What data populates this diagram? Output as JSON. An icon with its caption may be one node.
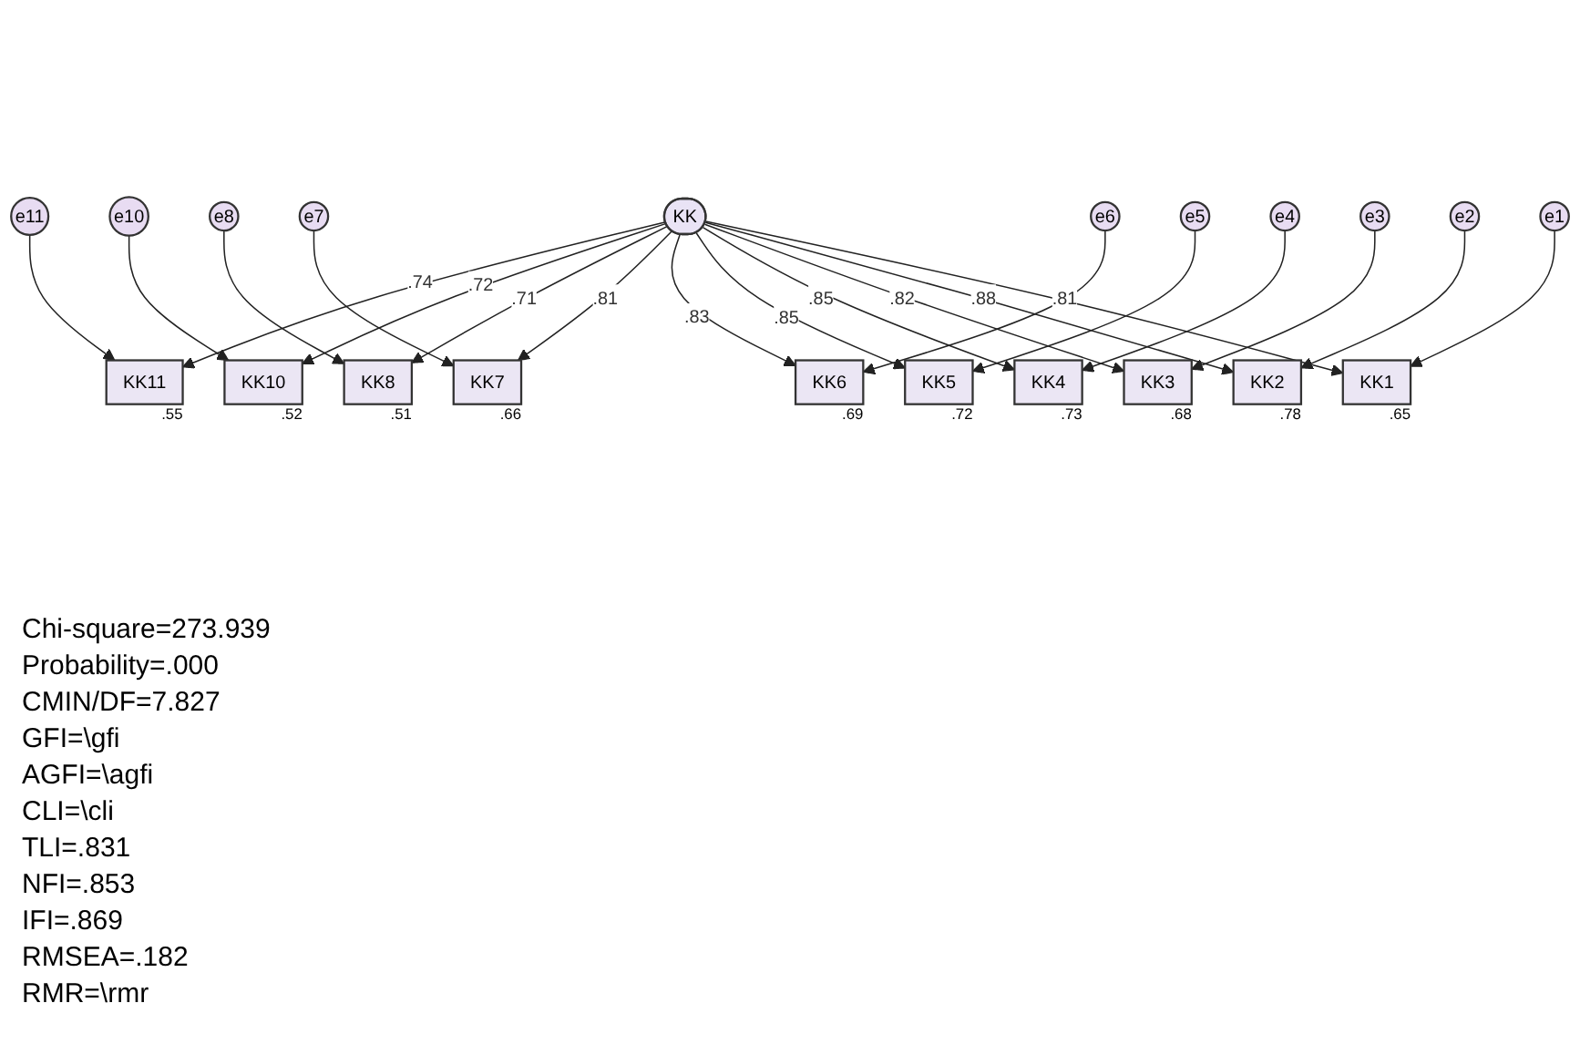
{
  "diagram": {
    "nodes": [
      {
        "text": [
          "KK"
        ]
      },
      {
        "text": [
          "KK11"
        ],
        "beside": [
          ".55"
        ]
      },
      {
        "text": [
          "KK10"
        ],
        "beside": [
          ".52"
        ]
      },
      {
        "text": [
          "KK8"
        ],
        "beside": [
          ".51"
        ]
      },
      {
        "text": [
          "KK7"
        ],
        "beside": [
          ".66"
        ]
      },
      {
        "text": [
          "KK6"
        ],
        "beside": [
          ".69"
        ]
      },
      {
        "text": [
          "KK5"
        ],
        "beside": [
          ".72"
        ]
      },
      {
        "text": [
          "KK4"
        ],
        "beside": [
          ".73"
        ]
      },
      {
        "text": [
          "KK3"
        ],
        "beside": [
          ".68"
        ]
      },
      {
        "text": [
          "KK2"
        ],
        "beside": [
          ".78"
        ]
      },
      {
        "text": [
          "KK1"
        ],
        "beside": [
          ".65"
        ]
      },
      {
        "text": [
          "e11"
        ]
      },
      {
        "text": [
          "e10"
        ]
      },
      {
        "text": [
          "e8"
        ]
      },
      {
        "text": [
          "e7"
        ]
      },
      {
        "text": [
          "e6"
        ]
      },
      {
        "text": [
          "e5"
        ]
      },
      {
        "text": [
          "e4"
        ]
      },
      {
        "text": [
          "e3"
        ]
      },
      {
        "text": [
          "e2"
        ]
      },
      {
        "text": [
          "e1"
        ]
      }
    ],
    "edges": [
      {
        "from": 0,
        "to": 1,
        "arrow": "to",
        "label": ".74"
      },
      {
        "from": 0,
        "to": 2,
        "arrow": "to",
        "label": ".72"
      },
      {
        "from": 0,
        "to": 3,
        "arrow": "to",
        "label": ".71"
      },
      {
        "from": 0,
        "to": 4,
        "arrow": "to",
        "label": ".81"
      },
      {
        "from": 0,
        "to": 5,
        "arrow": "to",
        "label": ".83"
      },
      {
        "from": 0,
        "to": 6,
        "arrow": "to",
        "label": ".85"
      },
      {
        "from": 0,
        "to": 7,
        "arrow": "to",
        "label": ".85"
      },
      {
        "from": 0,
        "to": 8,
        "arrow": "to",
        "label": ".82"
      },
      {
        "from": 0,
        "to": 9,
        "arrow": "to",
        "label": ".88"
      },
      {
        "from": 0,
        "to": 10,
        "arrow": "to",
        "label": ".81"
      },
      {
        "from": 11,
        "to": 1,
        "arrow": "to"
      },
      {
        "from": 12,
        "to": 2,
        "arrow": "to"
      },
      {
        "from": 13,
        "to": 3,
        "arrow": "to"
      },
      {
        "from": 14,
        "to": 4,
        "arrow": "to"
      },
      {
        "from": 15,
        "to": 5,
        "arrow": "to"
      },
      {
        "from": 16,
        "to": 6,
        "arrow": "to"
      },
      {
        "from": 17,
        "to": 7,
        "arrow": "to"
      },
      {
        "from": 18,
        "to": 8,
        "arrow": "to"
      },
      {
        "from": 19,
        "to": 9,
        "arrow": "to"
      },
      {
        "from": 20,
        "to": 10,
        "arrow": "to"
      }
    ],
    "labels": [
      "Chi-square=273.939",
      "Probability=.000",
      "CMIN/DF=7.827",
      "GFI=\\gfi",
      "AGFI=\\agfi",
      "CLI=\\cli",
      "TLI=.831",
      "NFI=.853",
      "IFI=.869",
      "RMSEA=.182",
      "RMR=\\rmr"
    ]
  }
}
